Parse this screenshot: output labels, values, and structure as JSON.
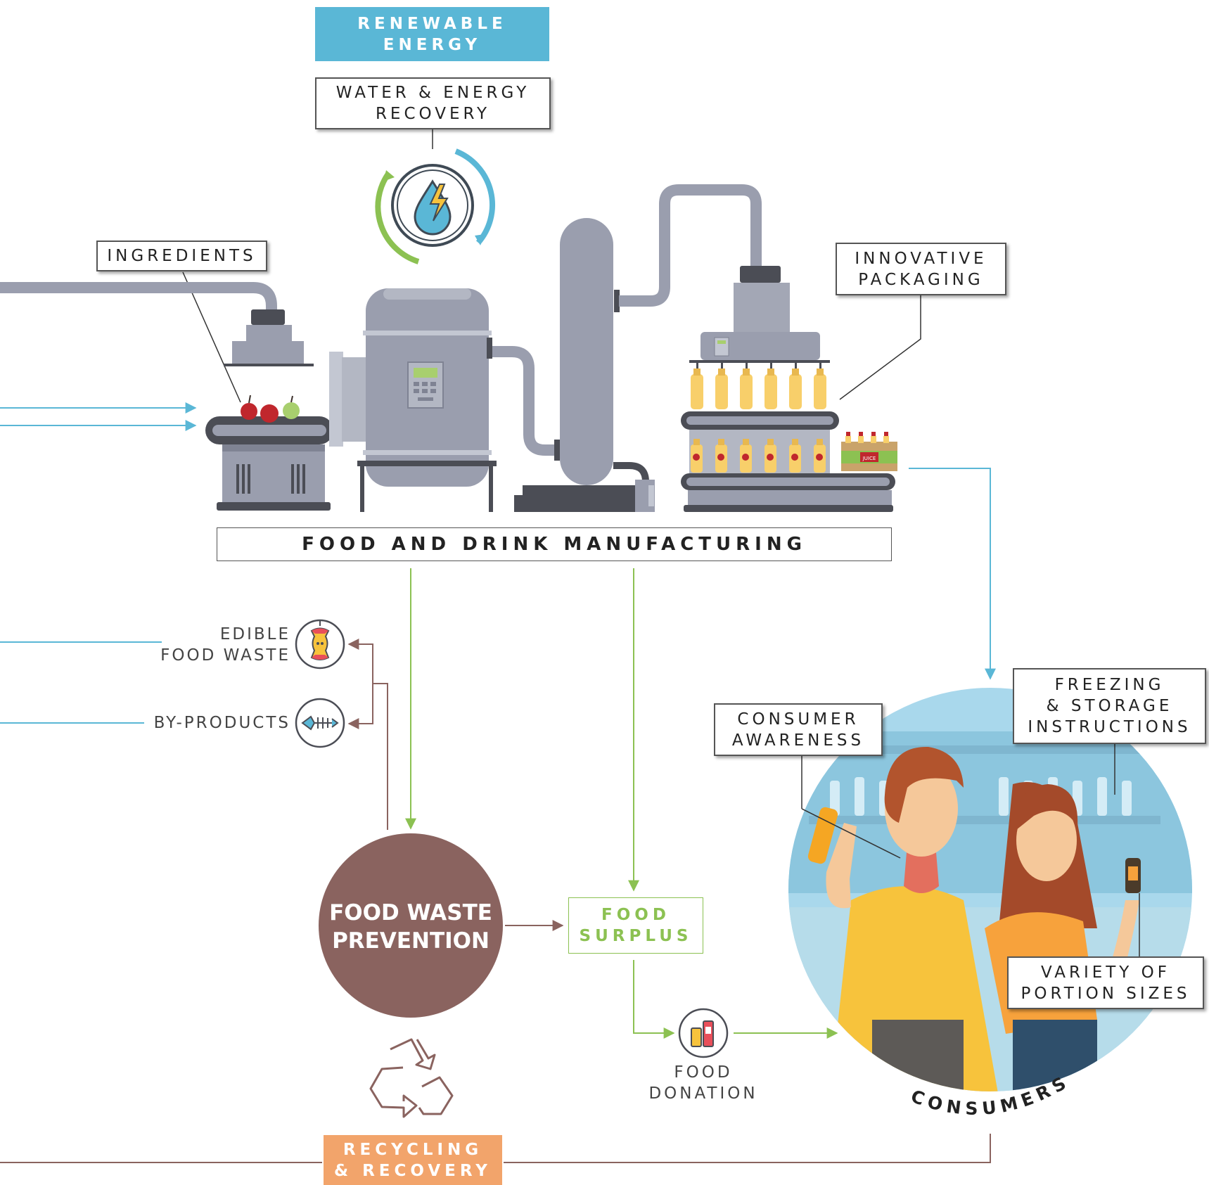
{
  "top": {
    "renewable_energy": "RENEWABLE\nENERGY",
    "water_energy_recovery": "WATER & ENERGY\nRECOVERY"
  },
  "manufacturing": {
    "ingredients": "INGREDIENTS",
    "innovative_packaging": "INNOVATIVE\nPACKAGING",
    "title": "FOOD AND DRINK MANUFACTURING",
    "juice_label": "JUICE"
  },
  "waste": {
    "edible_food_waste": "EDIBLE\nFOOD WASTE",
    "by_products": "BY-PRODUCTS",
    "food_waste_prevention": "FOOD WASTE\nPREVENTION",
    "food_surplus": "FOOD\nSURPLUS",
    "food_donation": "FOOD\nDONATION",
    "recycling_recovery": "RECYCLING\n& RECOVERY"
  },
  "consumers": {
    "title": "CONSUMERS",
    "consumer_awareness": "CONSUMER\nAWARENESS",
    "freezing_storage": "FREEZING\n& STORAGE\nINSTRUCTIONS",
    "portion_sizes": "VARIETY OF\nPORTION SIZES"
  },
  "colors": {
    "blue": "#5ab7d6",
    "green": "#8cc152",
    "brown": "#8a635f",
    "orange": "#f2a46b",
    "machine_grey": "#9a9eae",
    "dark_grey": "#4b4d55"
  }
}
